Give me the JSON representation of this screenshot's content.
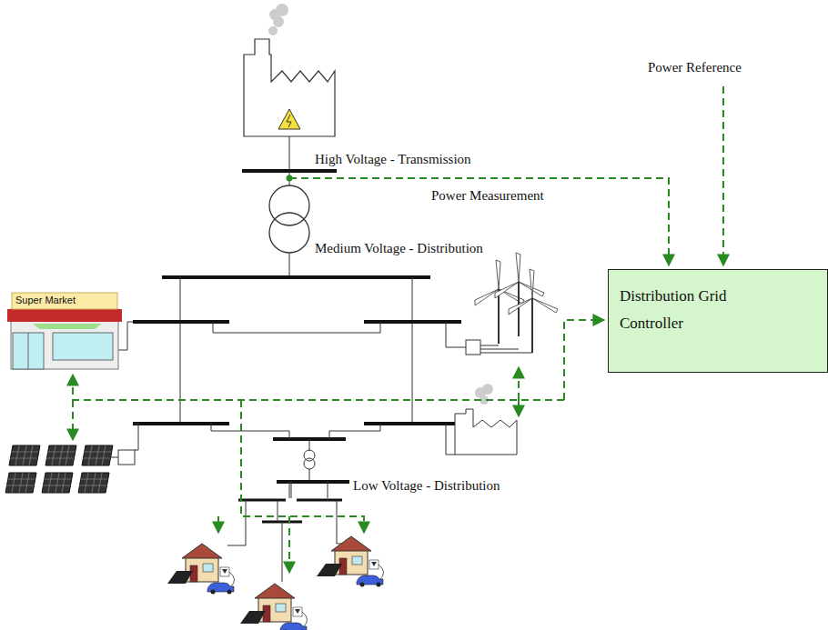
{
  "diagram": {
    "nodes": [
      {
        "text": [
          "Distribution Grid Controller"
        ]
      }
    ],
    "labels": [
      "Power Reference",
      "High Voltage - Transmission",
      "Power Measurement",
      "Medium Voltage - Distribution",
      "Super Market",
      "Low Voltage - Distribution"
    ]
  }
}
